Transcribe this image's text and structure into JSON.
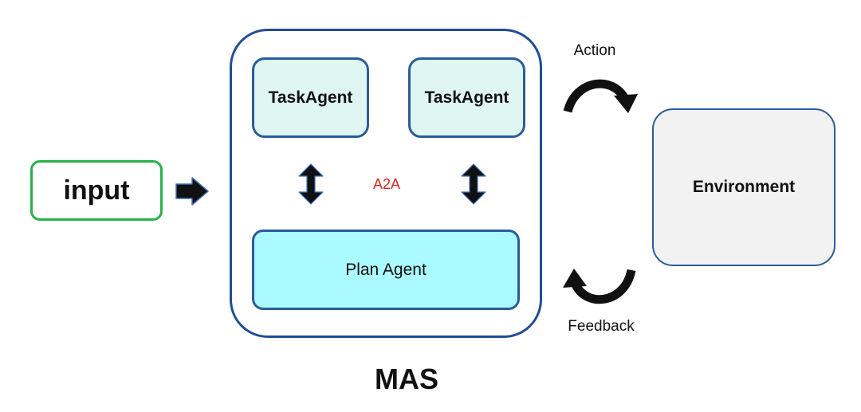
{
  "input": {
    "label": "input"
  },
  "mas": {
    "label": "MAS",
    "task_agents": [
      "TaskAgent",
      "TaskAgent"
    ],
    "plan_agent": "Plan Agent",
    "a2a_label": "A2A"
  },
  "environment": {
    "label": "Environment"
  },
  "arrows": {
    "action_label": "Action",
    "feedback_label": "Feedback"
  },
  "colors": {
    "input_border": "#28b04a",
    "mas_border": "#1f4e96",
    "task_fill": "#dff6f3",
    "plan_fill": "#aafaff",
    "environment_fill": "#f2f2f2",
    "a2a_text": "#e0241b"
  },
  "icons": {
    "input_arrow": "right-arrow-icon",
    "agent_link": "up-down-arrow-icon",
    "action": "curved-arrow-clockwise-icon",
    "feedback": "curved-arrow-return-icon"
  }
}
